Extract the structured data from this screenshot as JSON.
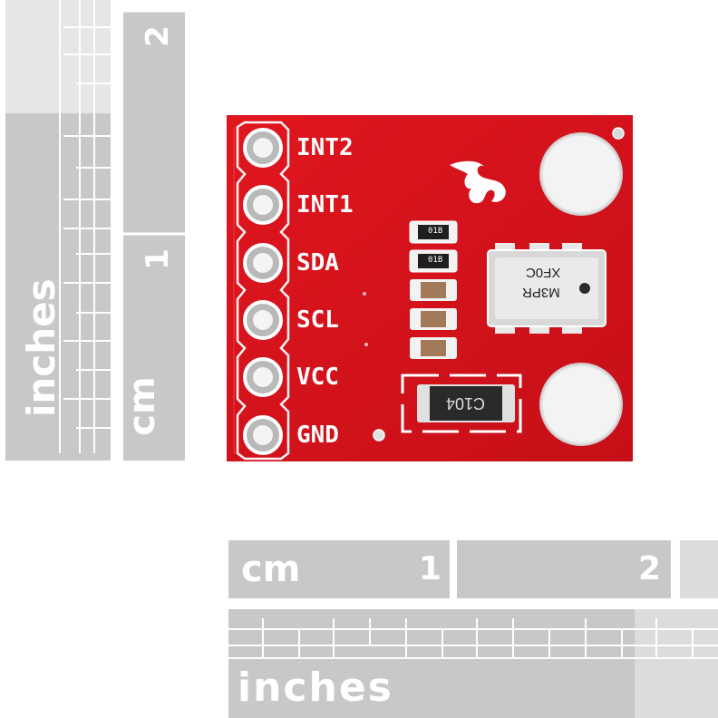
{
  "rulers": {
    "vertical_inches": {
      "unit": "inches"
    },
    "vertical_cm": {
      "unit": "cm",
      "marks": [
        "1",
        "2"
      ]
    },
    "horizontal_cm": {
      "unit": "cm",
      "marks": [
        "1",
        "2"
      ]
    },
    "horizontal_inches": {
      "unit": "inches"
    }
  },
  "board": {
    "color": "#d4111c",
    "pins": [
      "INT2",
      "INT1",
      "SDA",
      "SCL",
      "VCC",
      "GND"
    ],
    "sensor_text": {
      "line1": "XF0C",
      "line2": "M3PR"
    },
    "capacitor_text": "C104",
    "resistor_code": "01B"
  }
}
